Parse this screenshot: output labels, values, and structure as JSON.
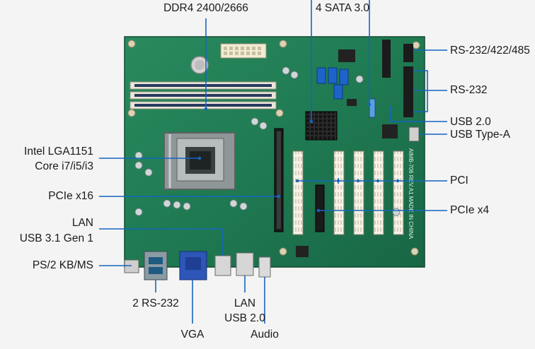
{
  "labels": {
    "ddr4": "DDR4 2400/2666",
    "sata": "4 SATA 3.0",
    "rs232_422_485": "RS-232/422/485",
    "rs232": "RS-232",
    "usb20_right": "USB 2.0",
    "usb_type_a": "USB Type-A",
    "cpu_line1": "Intel LGA1151",
    "cpu_line2": "Core i7/i5/i3",
    "pcie_x16": "PCIe x16",
    "pci": "PCI",
    "pcie_x4": "PCIe x4",
    "lan_left": "LAN",
    "usb31": "USB 3.1 Gen 1",
    "ps2": "PS/2 KB/MS",
    "rs232_2": "2 RS-232",
    "vga": "VGA",
    "lan_bottom": "LAN",
    "usb20_bottom": "USB 2.0",
    "audio": "Audio"
  },
  "board": {
    "model_text": "AIMB-706 REV.A1 MADE IN CHINA",
    "pcb_color": "#1f7a52",
    "line_color": "#1565c0"
  }
}
